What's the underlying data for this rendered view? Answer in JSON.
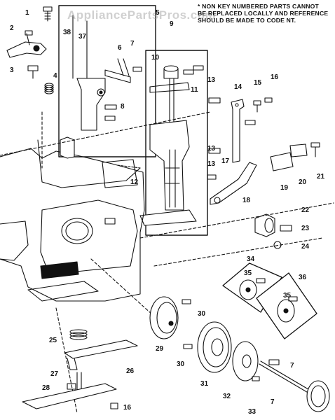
{
  "watermark": "AppliancePartsPros.com",
  "note": {
    "lines": [
      "* NON KEY NUMBERED PARTS CANNOT",
      "BE REPLACED LOCALLY AND REFERENCE",
      "SHOULD BE MADE TO CODE NT."
    ]
  },
  "callouts": [
    {
      "id": "p1",
      "text": "1"
    },
    {
      "id": "p2",
      "text": "2"
    },
    {
      "id": "p3",
      "text": "3"
    },
    {
      "id": "p4",
      "text": "4"
    },
    {
      "id": "p5",
      "text": "5"
    },
    {
      "id": "p6",
      "text": "6"
    },
    {
      "id": "p7a",
      "text": "7"
    },
    {
      "id": "p7b",
      "text": "7"
    },
    {
      "id": "p7c",
      "text": "7"
    },
    {
      "id": "p8",
      "text": "8"
    },
    {
      "id": "p9",
      "text": "9"
    },
    {
      "id": "p10",
      "text": "10"
    },
    {
      "id": "p11",
      "text": "11"
    },
    {
      "id": "p12",
      "text": "12"
    },
    {
      "id": "p13a",
      "text": "13"
    },
    {
      "id": "p13b",
      "text": "13"
    },
    {
      "id": "p13c",
      "text": "13"
    },
    {
      "id": "p14",
      "text": "14"
    },
    {
      "id": "p15",
      "text": "15"
    },
    {
      "id": "p16a",
      "text": "16"
    },
    {
      "id": "p16b",
      "text": "16"
    },
    {
      "id": "p17",
      "text": "17"
    },
    {
      "id": "p18",
      "text": "18"
    },
    {
      "id": "p19",
      "text": "19"
    },
    {
      "id": "p20",
      "text": "20"
    },
    {
      "id": "p21",
      "text": "21"
    },
    {
      "id": "p22",
      "text": "22"
    },
    {
      "id": "p23",
      "text": "23"
    },
    {
      "id": "p24",
      "text": "24"
    },
    {
      "id": "p25",
      "text": "25"
    },
    {
      "id": "p26",
      "text": "26"
    },
    {
      "id": "p27",
      "text": "27"
    },
    {
      "id": "p28",
      "text": "28"
    },
    {
      "id": "p29",
      "text": "29"
    },
    {
      "id": "p30a",
      "text": "30"
    },
    {
      "id": "p30b",
      "text": "30"
    },
    {
      "id": "p31",
      "text": "31"
    },
    {
      "id": "p32",
      "text": "32"
    },
    {
      "id": "p33",
      "text": "33"
    },
    {
      "id": "p34",
      "text": "34"
    },
    {
      "id": "p35a",
      "text": "35"
    },
    {
      "id": "p35b",
      "text": "35"
    },
    {
      "id": "p36",
      "text": "36"
    },
    {
      "id": "p37",
      "text": "37"
    },
    {
      "id": "p38",
      "text": "38"
    }
  ]
}
